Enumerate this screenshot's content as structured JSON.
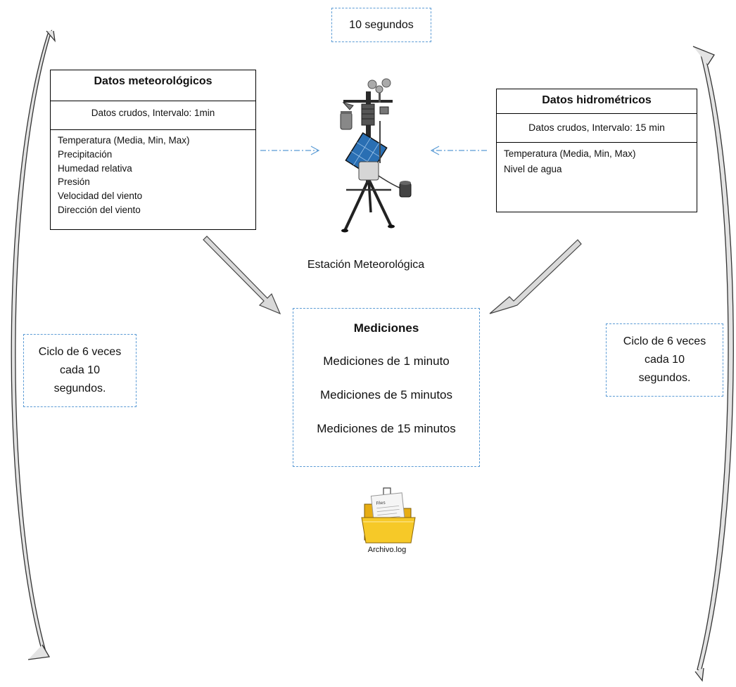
{
  "top_note": "10 segundos",
  "meteo_box": {
    "title": "Datos meteorológicos",
    "subtitle": "Datos crudos, Intervalo: 1min",
    "items": [
      "Temperatura (Media, Min, Max)",
      "Precipitación",
      "Humedad relativa",
      "Presión",
      "Velocidad del viento",
      "Dirección del viento"
    ]
  },
  "hydro_box": {
    "title": "Datos hidrométricos",
    "subtitle": "Datos crudos, Intervalo: 15 min",
    "items": [
      "Temperatura (Media, Min, Max)",
      "Nivel de agua"
    ]
  },
  "station_label": "Estación Meteorológica",
  "measurements": {
    "title": "Mediciones",
    "items": [
      "Mediciones de 1 minuto",
      "Mediciones de 5 minutos",
      "Mediciones de 15 minutos"
    ]
  },
  "cycle_left": "Ciclo de 6 veces cada 10 segundos.",
  "cycle_right": "Ciclo de 6 veces cada 10 segundos.",
  "file_label": "Archivo.log",
  "folder_doc_text": "Files",
  "icons": [
    "weather-station-icon",
    "folder-icon",
    "cycle-arrow-icon",
    "block-arrow-icon"
  ],
  "colors": {
    "dashed_border": "#5b9bd5",
    "folder": "#f3c41d",
    "arrow_fill": "#d9d9d9"
  }
}
